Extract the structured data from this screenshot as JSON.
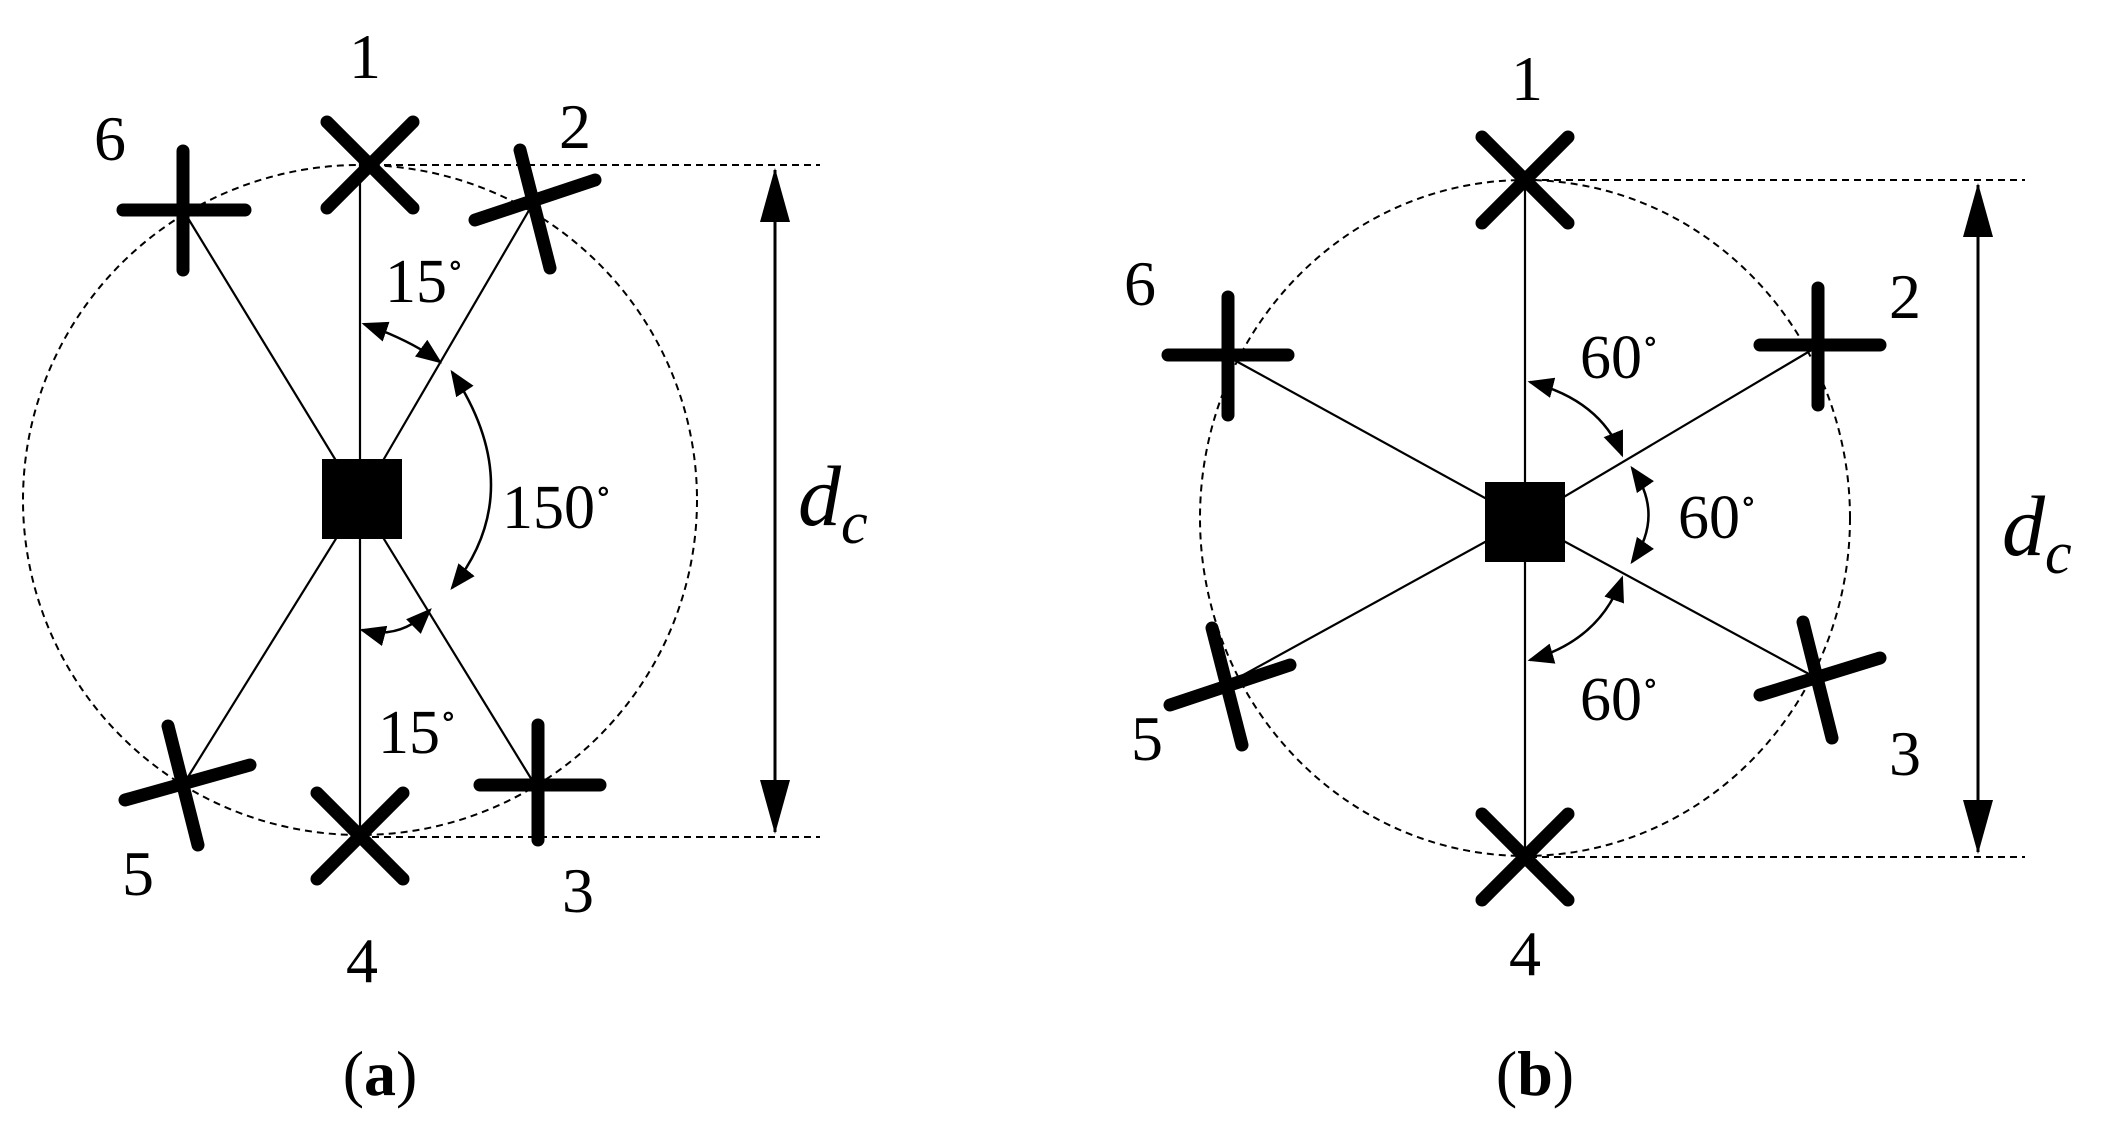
{
  "panel_a": {
    "caption_letter": "a",
    "labels": {
      "e1": "1",
      "e2": "2",
      "e3": "3",
      "e4": "4",
      "e5": "5",
      "e6": "6"
    },
    "angles": {
      "top": "15",
      "middle": "150",
      "bottom": "15"
    },
    "degree_symbol": "∘",
    "dimension": {
      "letter": "d",
      "subscript": "c"
    }
  },
  "panel_b": {
    "caption_letter": "b",
    "labels": {
      "e1": "1",
      "e2": "2",
      "e3": "3",
      "e4": "4",
      "e5": "5",
      "e6": "6"
    },
    "angles": {
      "top": "60",
      "middle": "60",
      "bottom": "60"
    },
    "degree_symbol": "∘",
    "dimension": {
      "letter": "d",
      "subscript": "c"
    }
  },
  "caption_parens": {
    "open": "(",
    "close": ")"
  }
}
